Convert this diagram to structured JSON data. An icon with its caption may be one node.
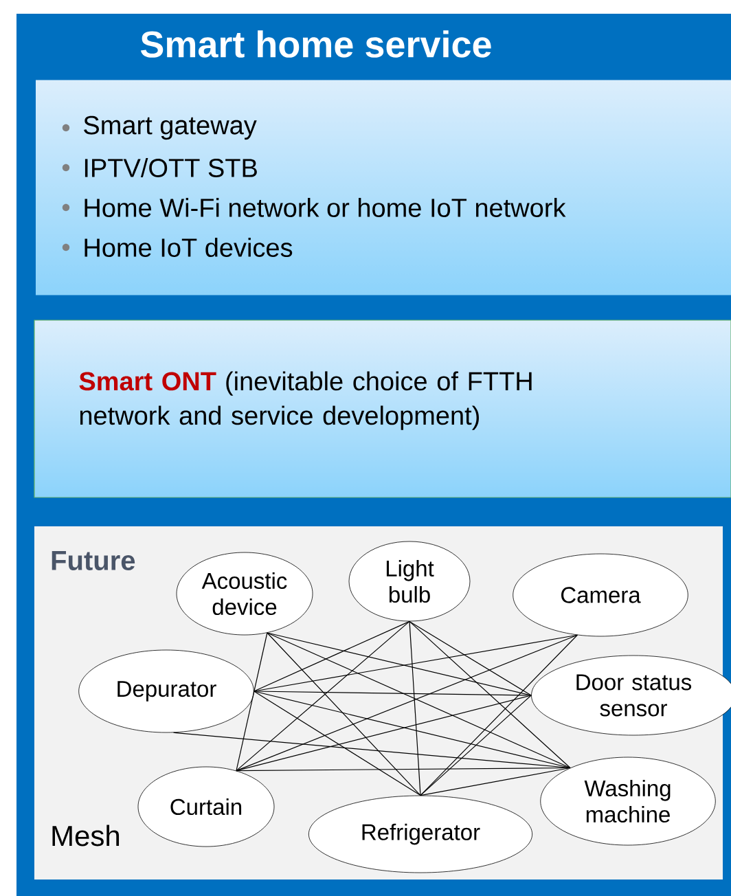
{
  "diagram": {
    "nodes": [
      {
        "text": [
          "Smart home service"
        ]
      },
      {
        "text": [
          "Smart gateway",
          "IPTV/OTT STB",
          "Home Wi-Fi network or home IoT network",
          "Home IoT devices"
        ],
        "in": 0
      },
      {
        "text": [
          "Smart ONT",
          "(inevitable choice of FTTH network and service development)"
        ],
        "in": 0
      },
      {
        "text": [
          "Future",
          "Mesh"
        ],
        "in": 0
      },
      {
        "text": [
          "Acoustic device"
        ],
        "in": 3
      },
      {
        "text": [
          "Light bulb"
        ],
        "in": 3
      },
      {
        "text": [
          "Camera"
        ],
        "in": 3
      },
      {
        "text": [
          "Depurator"
        ],
        "in": 3
      },
      {
        "text": [
          "Door status sensor"
        ],
        "in": 3
      },
      {
        "text": [
          "Curtain"
        ],
        "in": 3
      },
      {
        "text": [
          "Refrigerator"
        ],
        "in": 3
      },
      {
        "text": [
          "Washing machine"
        ],
        "in": 3
      }
    ],
    "edges": [
      {
        "from": 4,
        "to": 9,
        "arrow": "none"
      },
      {
        "from": 4,
        "to": 10,
        "arrow": "none"
      },
      {
        "from": 4,
        "to": 8,
        "arrow": "none"
      },
      {
        "from": 4,
        "to": 11,
        "arrow": "none"
      },
      {
        "from": 5,
        "to": 7,
        "arrow": "none"
      },
      {
        "from": 5,
        "to": 9,
        "arrow": "none"
      },
      {
        "from": 5,
        "to": 10,
        "arrow": "none"
      },
      {
        "from": 5,
        "to": 8,
        "arrow": "none"
      },
      {
        "from": 5,
        "to": 11,
        "arrow": "none"
      },
      {
        "from": 6,
        "to": 7,
        "arrow": "none"
      },
      {
        "from": 6,
        "to": 9,
        "arrow": "none"
      },
      {
        "from": 6,
        "to": 10,
        "arrow": "none"
      },
      {
        "from": 7,
        "to": 8,
        "arrow": "none"
      },
      {
        "from": 7,
        "to": 10,
        "arrow": "none"
      },
      {
        "from": 7,
        "to": 11,
        "arrow": "none"
      },
      {
        "from": 9,
        "to": 8,
        "arrow": "none"
      },
      {
        "from": 9,
        "to": 11,
        "arrow": "none"
      },
      {
        "from": 10,
        "to": 8,
        "arrow": "none"
      },
      {
        "from": 10,
        "to": 11,
        "arrow": "none"
      },
      {
        "from": 7,
        "to": 11,
        "arrow": "none"
      }
    ]
  }
}
